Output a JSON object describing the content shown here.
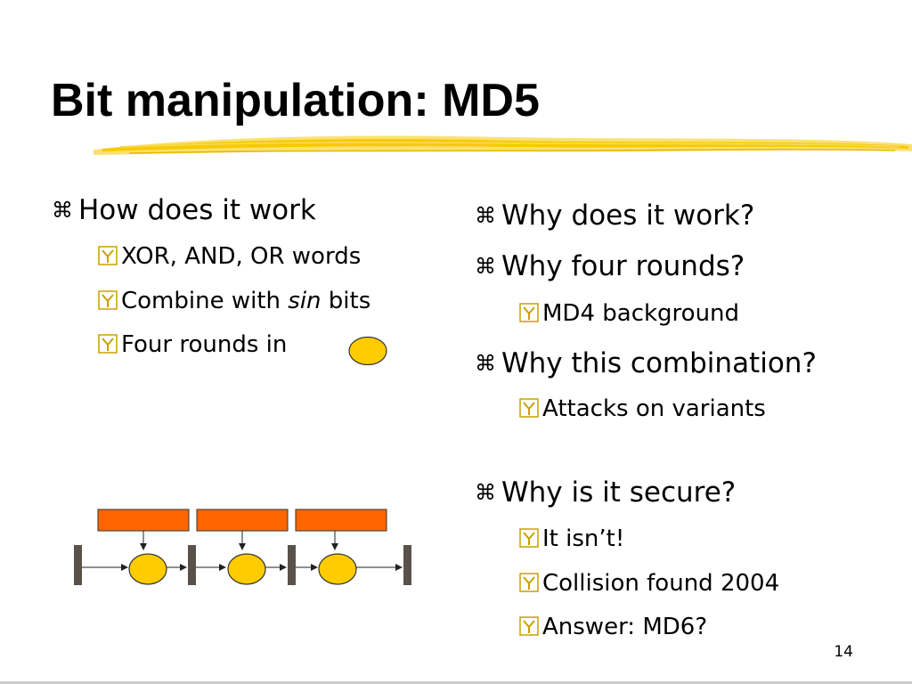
{
  "slide": {
    "title": "Bit manipulation: MD5",
    "page_number": "14",
    "left_column": {
      "heading": "How does it work",
      "sub_items": [
        "XOR, AND, OR words",
        "Combine with ",
        "Four rounds in"
      ],
      "sin_word": "sin",
      "bits_word": " bits"
    },
    "right_column": {
      "q1": "Why does it work?",
      "q2": "Why four rounds?",
      "q2_sub": "MD4 background",
      "q3": "Why this combination?",
      "q3_sub": "Attacks on variants",
      "q4": "Why is it secure?",
      "q4_subs": [
        "It isn’t!",
        "Collision found 2004",
        "Answer: MD6?"
      ]
    },
    "icons": {
      "level1_bullet": "command-key-bullet-icon",
      "level2_bullet": "y-box-bullet-icon"
    },
    "colors": {
      "accent_stroke": "#f6c900",
      "box_fill": "#ff6600",
      "oval_fill": "#ffcc00",
      "bar_fill": "#5a524a"
    }
  }
}
